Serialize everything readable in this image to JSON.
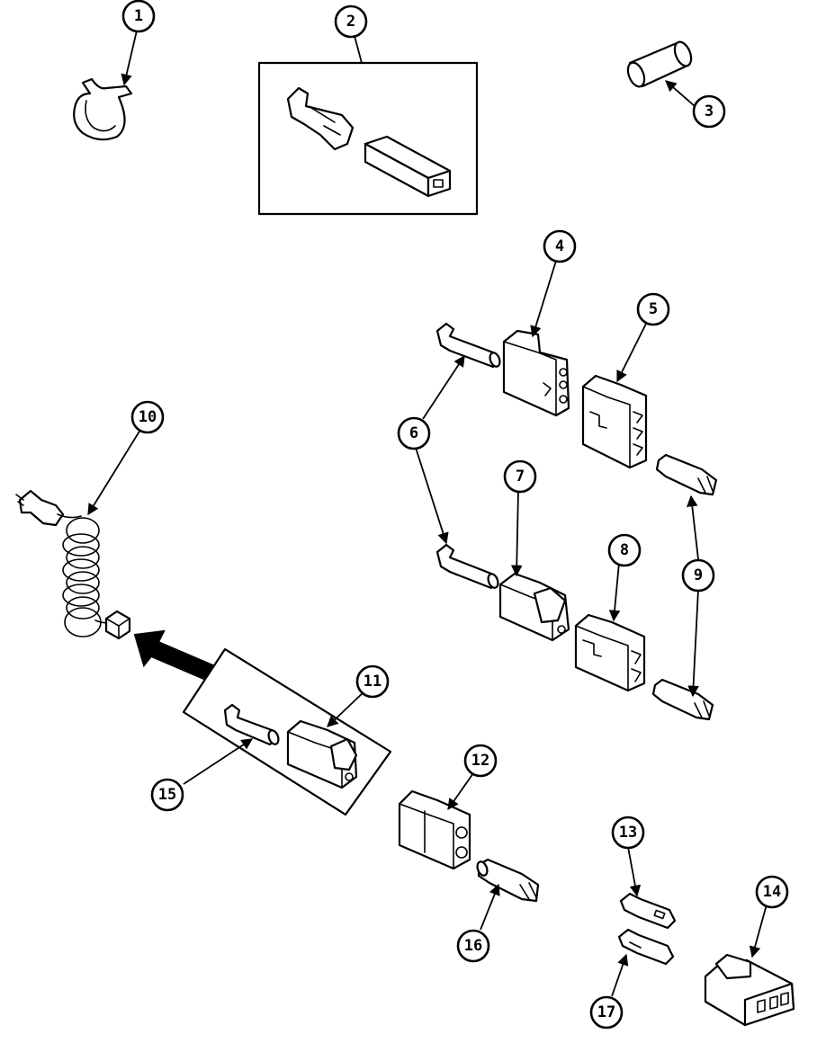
{
  "callouts": {
    "c1": "1",
    "c2": "2",
    "c3": "3",
    "c4": "4",
    "c5": "5",
    "c6": "6",
    "c7": "7",
    "c8": "8",
    "c9": "9",
    "c10": "10",
    "c11": "11",
    "c12": "12",
    "c13": "13",
    "c14": "14",
    "c15": "15",
    "c16": "16",
    "c17": "17"
  },
  "colors": {
    "ink": "#000000",
    "paper": "#ffffff"
  }
}
